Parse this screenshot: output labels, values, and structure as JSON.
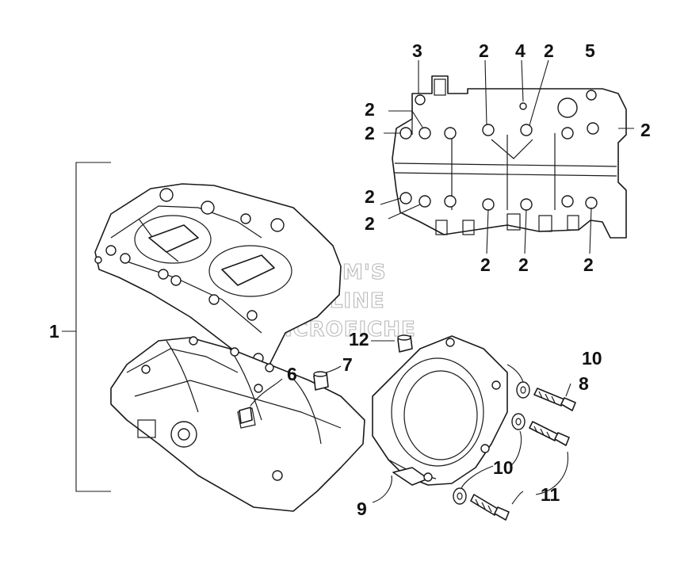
{
  "watermark": {
    "line1": "HLSM'S",
    "line2": "ONLINE",
    "line3": "MICROFICHE"
  },
  "callouts": {
    "c1": "1",
    "c2_top_a": "2",
    "c2_top_b": "2",
    "c2_left_a": "2",
    "c2_left_b": "2",
    "c2_right": "2",
    "c2_left_c": "2",
    "c2_left_d": "2",
    "c2_bottom_a": "2",
    "c2_bottom_b": "2",
    "c2_bottom_c": "2",
    "c3": "3",
    "c4": "4",
    "c5": "5",
    "c6": "6",
    "c7": "7",
    "c8": "8",
    "c9": "9",
    "c10_a": "10",
    "c10_b": "10",
    "c11": "11",
    "c12": "12"
  }
}
